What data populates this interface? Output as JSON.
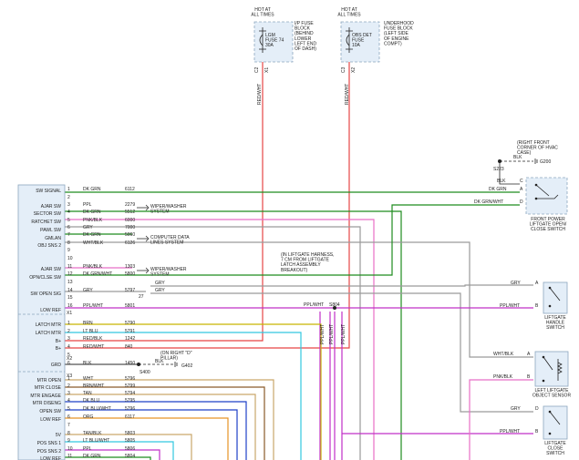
{
  "fuses": {
    "left": {
      "hot_label": "HOT AT\nALL TIMES",
      "name": "LGM\nFUSE 74\n30A",
      "location": "I/P FUSE\nBLOCK\n(BEHIND\nLOWER\nLEFT END\nOF DASH)",
      "pins": [
        "C2",
        "X1"
      ],
      "wire": "RED/WHT"
    },
    "right": {
      "hot_label": "HOT AT\nALL TIMES",
      "name": "OBS DET\nFUSE\n10A",
      "location": "UNDERHOOD\nFUSE BLOCK\n(LEFT SIDE\nOF ENGINE\nCOMPT)",
      "pins": [
        "C3",
        "X2"
      ],
      "wire": "RED/WHT"
    }
  },
  "module": {
    "left_labels": [
      "SW SIGNAL",
      "AJAR SW",
      "SECTOR SW",
      "RATCHET SW",
      "PAWL SW",
      "GMLAN",
      "OBJ SNS 2",
      "AJAR SW",
      "OPN/CLSE SW",
      "SW OPEN SIG",
      "LOW REF",
      "LATCH MTR",
      "LATCH MTR",
      "B+",
      "B+",
      "GRD",
      "MTR OPEN",
      "MTR CLOSE",
      "MTR ENGAGE",
      "MTR DISENG",
      "OPEN SW",
      "LOW REF",
      "5V",
      "POS SNS 1",
      "POS SNS 2",
      "LOW REF"
    ],
    "connector_labels": [
      "X1",
      "X2",
      "X3"
    ]
  },
  "pins": [
    {
      "pin": "1",
      "color": "DK GRN",
      "circuit": "6112"
    },
    {
      "pin": "2",
      "color": "",
      "circuit": ""
    },
    {
      "pin": "3",
      "color": "PPL",
      "circuit": "2279"
    },
    {
      "pin": "4",
      "color": "DK GRN",
      "circuit": "5512"
    },
    {
      "pin": "5",
      "color": "PNK/BLK",
      "circuit": "6000"
    },
    {
      "pin": "6",
      "color": "GRY",
      "circuit": "7000"
    },
    {
      "pin": "7",
      "color": "DK GRN",
      "circuit": "5060"
    },
    {
      "pin": "8",
      "color": "WHT/BLK",
      "circuit": "6126"
    },
    {
      "pin": "9",
      "color": "",
      "circuit": ""
    },
    {
      "pin": "10",
      "color": "",
      "circuit": ""
    },
    {
      "pin": "11",
      "color": "PNK/BLK",
      "circuit": "1303"
    },
    {
      "pin": "12",
      "color": "DK GRN/WHT",
      "circuit": "5800"
    },
    {
      "pin": "13",
      "color": "",
      "circuit": ""
    },
    {
      "pin": "14",
      "color": "GRY",
      "circuit": "5797"
    },
    {
      "pin": "15",
      "color": "",
      "circuit": ""
    },
    {
      "pin": "16",
      "color": "PPL/WHT",
      "circuit": "5801"
    },
    {
      "pin": "1",
      "color": "BRN",
      "circuit": "5790"
    },
    {
      "pin": "2",
      "color": "LT BLU",
      "circuit": "5791"
    },
    {
      "pin": "3",
      "color": "RED/BLK",
      "circuit": "1242"
    },
    {
      "pin": "4",
      "color": "RED/WHT",
      "circuit": "840"
    },
    {
      "pin": "5",
      "color": "",
      "circuit": ""
    },
    {
      "pin": "6",
      "color": "BLK",
      "circuit": "1450"
    },
    {
      "pin": "1",
      "color": "WHT",
      "circuit": "5796"
    },
    {
      "pin": "2",
      "color": "BRN/WHT",
      "circuit": "5799"
    },
    {
      "pin": "3",
      "color": "TAN",
      "circuit": "5794"
    },
    {
      "pin": "4",
      "color": "DK BLU",
      "circuit": "5795"
    },
    {
      "pin": "5",
      "color": "DK BLU/WHT",
      "circuit": "5796"
    },
    {
      "pin": "6",
      "color": "ORG",
      "circuit": "6117"
    },
    {
      "pin": "7",
      "color": "",
      "circuit": ""
    },
    {
      "pin": "8",
      "color": "TAN/BLK",
      "circuit": "5803"
    },
    {
      "pin": "9",
      "color": "LT BLU/WHT",
      "circuit": "5805"
    },
    {
      "pin": "10",
      "color": "PPL",
      "circuit": "5806"
    },
    {
      "pin": "11",
      "color": "DK GRN",
      "circuit": "5804"
    }
  ],
  "destinations": {
    "wiper_1": "WIPER/WASHER\nSYSTEM",
    "computer_data": "COMPUTER DATA\nLINES SYSTEM",
    "wiper_2": "WIPER/WASHER\nSYSTEM"
  },
  "splice": {
    "s400_label": "S400",
    "g402_label": "G402",
    "s400_blk": "BLK",
    "s400_note": "(ON RIGHT \"D\"\nPILLAR)",
    "s804_label": "S804",
    "s804_note": "(IN LIFTGATE HARNESS,\n7 CM FROM LIFTGATE\nLATCH ASSEMBLY\nBREAKOUT)",
    "s804_wire_in": "PPL/WHT",
    "s804_drops": [
      "PPL/WHT",
      "PPL/WHT",
      "PPL/WHT"
    ],
    "gry_upper": "GRY",
    "gry_lower": "GRY",
    "wire_27": "27"
  },
  "ground_g200": {
    "note": "(RIGHT FRONT\nCORNER OF HVAC\nCASE)",
    "label": "G200",
    "splice": "S223",
    "blk": "BLK"
  },
  "switches": {
    "front_power": {
      "label": "FRONT POWER\nLIFTGATE OPEN/\nCLOSE SWITCH",
      "pins": [
        "C",
        "A",
        "D"
      ],
      "wires": [
        "BLK",
        "DK GRN",
        "DK GRN/WHT"
      ]
    },
    "handle": {
      "label": "LIFTGATE\nHANDLE\nSWITCH",
      "pins": [
        "A",
        "B"
      ],
      "wires": [
        "GRY",
        "PPL/WHT"
      ]
    },
    "object_sensor": {
      "label": "LEFT LIFTGATE\nOBJECT SENSOR",
      "pins": [
        "A",
        "B"
      ],
      "wires": [
        "WHT/BLK",
        "PNK/BLK"
      ]
    },
    "close": {
      "label": "LIFTGATE\nCLOSE\nSWITCH",
      "pins": [
        "D",
        "B"
      ],
      "wires": [
        "GRY",
        "PPL/WHT"
      ]
    }
  },
  "colors": {
    "red": "#e64545",
    "dk_grn": "#1e8c1e",
    "pink": "#e86fc6",
    "purple": "#c030c8",
    "gray": "#9a9a9a",
    "lt_blu": "#33c8e0",
    "dk_blu": "#1e40c8",
    "brown": "#8a5a2a",
    "tan": "#c9a66b",
    "orange": "#e69326",
    "yellow": "#c8b400",
    "box_fill": "#e4eef8",
    "box_stroke": "#8ca6be"
  }
}
